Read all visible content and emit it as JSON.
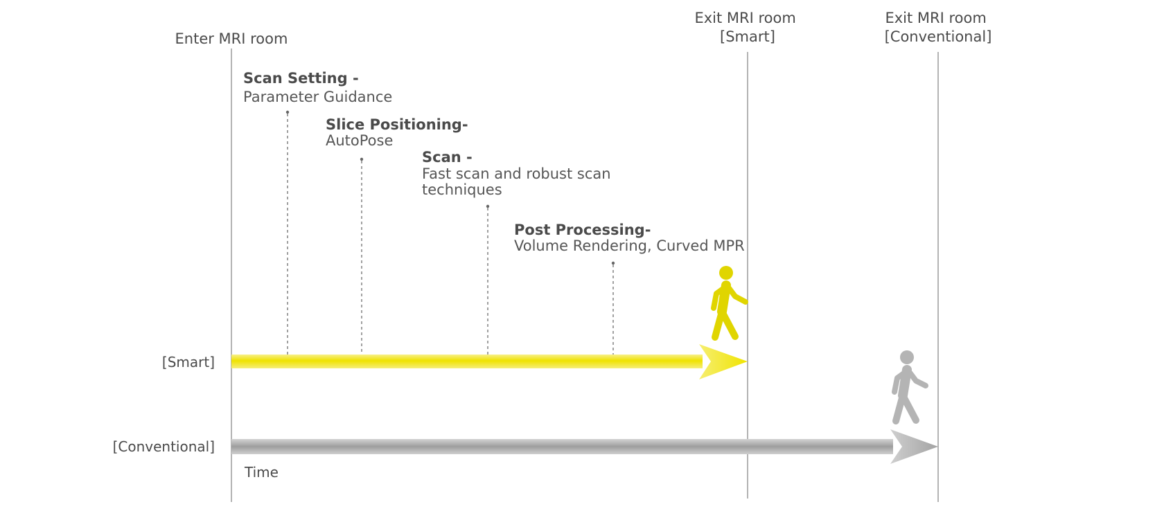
{
  "milestones": {
    "enter": "Enter MRI room",
    "exit_smart": [
      "Exit MRI room",
      "[Smart]"
    ],
    "exit_conventional": [
      "Exit MRI room",
      "[Conventional]"
    ]
  },
  "steps": [
    {
      "title": "Scan Setting -",
      "desc": [
        "Parameter Guidance"
      ]
    },
    {
      "title": "Slice Positioning-",
      "desc": [
        "AutoPose"
      ]
    },
    {
      "title": "Scan -",
      "desc": [
        "Fast scan and robust scan",
        "techniques"
      ]
    },
    {
      "title": "Post Processing-",
      "desc": [
        "Volume Rendering, Curved MPR"
      ]
    }
  ],
  "rows": {
    "smart": "[Smart]",
    "conventional": "[Conventional]"
  },
  "axis_label": "Time",
  "colors": {
    "smart": "#f2e600",
    "smart_figure": "#e0d500",
    "conventional": "#a9a9a9",
    "conventional_figure": "#b4b4b4",
    "lines": "#8a8a8a"
  },
  "icons": {
    "smart_figure": "walking-person-icon",
    "conventional_figure": "walking-person-icon"
  }
}
